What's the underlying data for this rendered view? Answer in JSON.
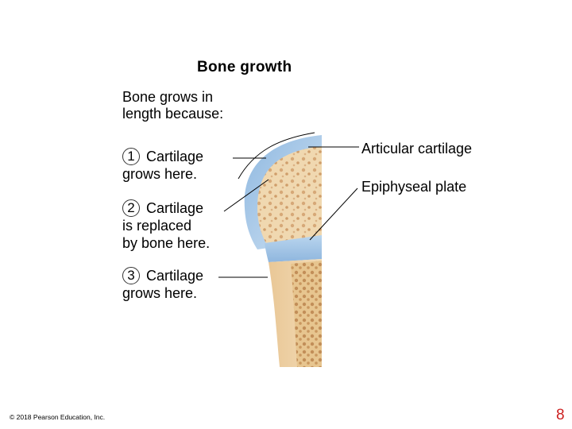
{
  "title": "Bone growth",
  "subtitle_lines": [
    "Bone grows in",
    "length because:"
  ],
  "steps": [
    {
      "number": "1",
      "lines": [
        "Cartilage",
        "grows here."
      ]
    },
    {
      "number": "2",
      "lines": [
        "Cartilage",
        "is replaced",
        "by bone here."
      ]
    },
    {
      "number": "3",
      "lines": [
        "Cartilage",
        "grows here."
      ]
    }
  ],
  "right_labels": {
    "articular": "Articular cartilage",
    "epiphyseal": "Epiphyseal plate"
  },
  "colors": {
    "bone_tan": "#e9c99a",
    "spongy_bone": "#f2dcb6",
    "cartilage_blue": "#a9cbe8",
    "leader": "#000000"
  },
  "footer": {
    "copyright": "© 2018 Pearson Education, Inc.",
    "page": "8"
  }
}
